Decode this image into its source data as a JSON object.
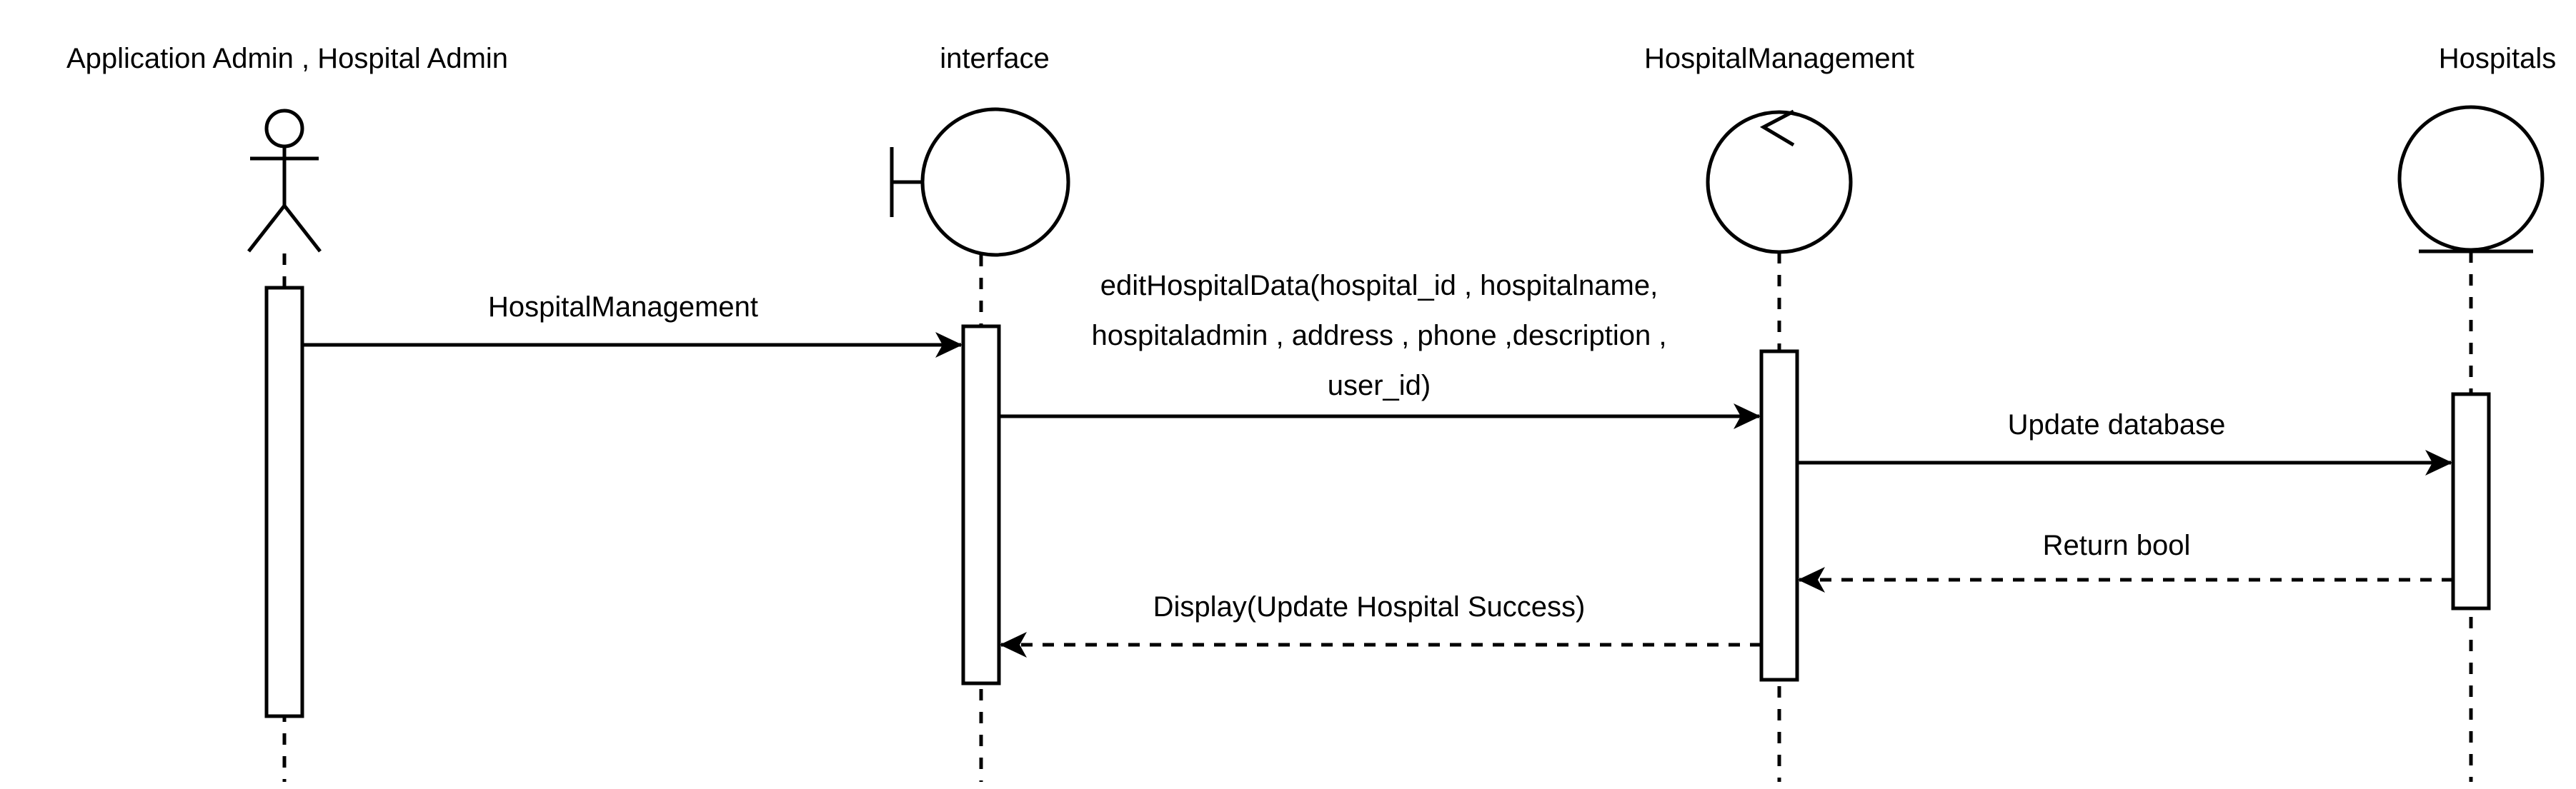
{
  "participants": [
    {
      "id": "p1",
      "label": "Application Admin , Hospital Admin",
      "kind": "actor"
    },
    {
      "id": "p2",
      "label": "interface",
      "kind": "boundary"
    },
    {
      "id": "p3",
      "label": "HospitalManagement",
      "kind": "control"
    },
    {
      "id": "p4",
      "label": "Hospitals",
      "kind": "entity"
    }
  ],
  "messages": [
    {
      "from": "p1",
      "to": "p2",
      "type": "sync",
      "label_lines": [
        "HospitalManagement"
      ]
    },
    {
      "from": "p2",
      "to": "p3",
      "type": "sync",
      "label_lines": [
        "editHospitalData(hospital_id , hospitalname,",
        "hospitaladmin , address , phone ,description ,",
        "user_id)"
      ]
    },
    {
      "from": "p3",
      "to": "p4",
      "type": "sync",
      "label_lines": [
        "Update database"
      ]
    },
    {
      "from": "p4",
      "to": "p3",
      "type": "return",
      "label_lines": [
        "Return bool"
      ]
    },
    {
      "from": "p3",
      "to": "p2",
      "type": "return",
      "label_lines": [
        "Display(Update Hospital Success)"
      ]
    }
  ],
  "colors": {
    "stroke": "#000000",
    "background": "#ffffff"
  }
}
